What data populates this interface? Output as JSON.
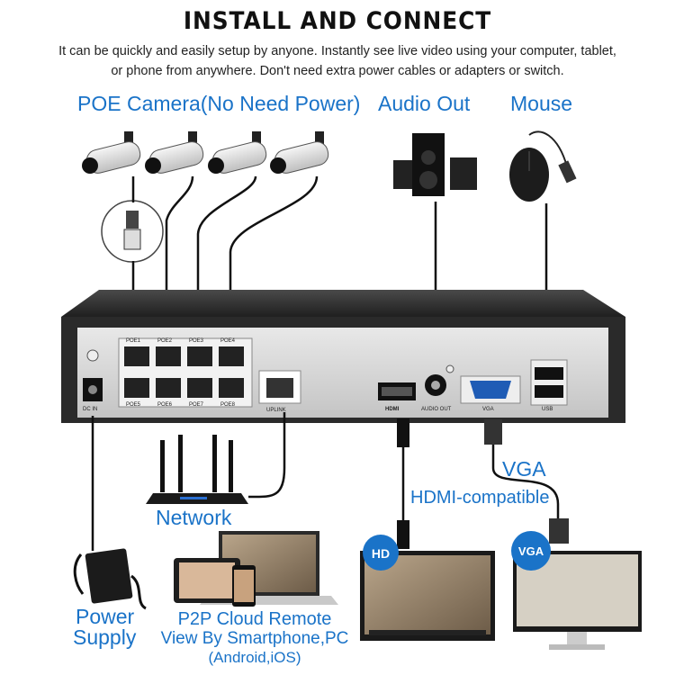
{
  "header": {
    "title": "INSTALL AND CONNECT",
    "subtitle_line1": "It can be quickly and easily setup by anyone. Instantly see live video using your computer, tablet,",
    "subtitle_line2": "or phone from anywhere. Don't need extra power cables or adapters or switch."
  },
  "labels": {
    "poe_camera": "POE Camera(No Need Power)",
    "audio_out": "Audio Out",
    "mouse": "Mouse",
    "network": "Network",
    "hdmi_compatible": "HDMI-compatible",
    "vga": "VGA",
    "power": "Power",
    "supply": "Supply",
    "p2p_line1": "P2P Cloud Remote",
    "p2p_line2": "View By Smartphone,PC",
    "p2p_line3": "(Android,iOS)"
  },
  "nvr_ports": {
    "poe_top": [
      "POE1",
      "POE2",
      "POE3",
      "POE4"
    ],
    "poe_bottom": [
      "POE5",
      "POE6",
      "POE7",
      "POE8"
    ],
    "dc_in": "DC IN",
    "uplink": "UPLINK",
    "hdmi_port_logo": "HDMI",
    "audio_out_port": "AUDIO OUT",
    "vga_port": "VGA",
    "usb_port": "USB"
  },
  "monitor_badges": {
    "hd": "HD",
    "vga": "VGA"
  },
  "colors": {
    "accent_blue": "#1a73c8",
    "nvr_body": "#2b2b2b",
    "panel": "#d9d9d9"
  }
}
